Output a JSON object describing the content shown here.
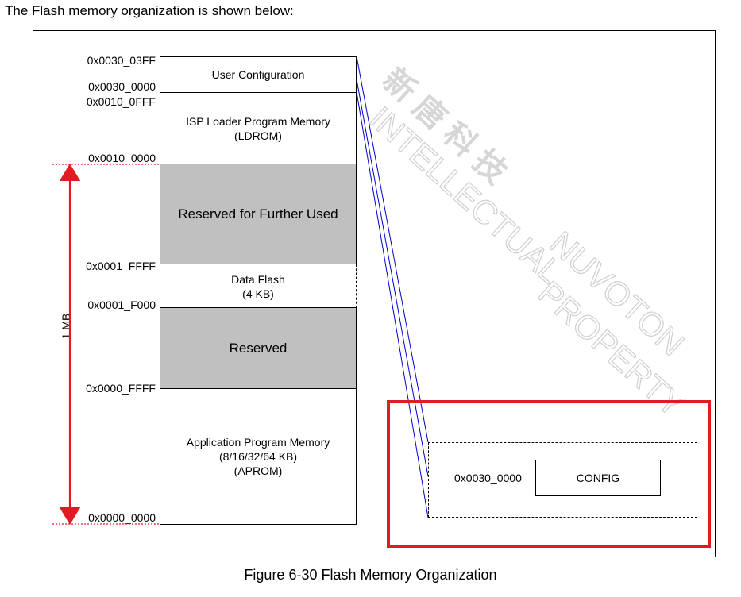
{
  "intro_text": "The Flash memory organization is shown below:",
  "caption": "Figure 6-30 Flash Memory Organization",
  "colors": {
    "region_gray": "#c0c0c0",
    "accent_red": "#e21b23",
    "link_blue": "#0000cc",
    "watermark": "#d6d6d6"
  },
  "memory_map": {
    "blocks": [
      {
        "id": "user-config",
        "lines": [
          "User Configuration"
        ]
      },
      {
        "id": "ldrom",
        "lines": [
          "ISP Loader Program Memory",
          "(LDROM)"
        ]
      },
      {
        "id": "reserved-further",
        "lines": [
          "Reserved for Further Used"
        ]
      },
      {
        "id": "data-flash",
        "lines": [
          "Data Flash",
          "(4 KB)"
        ]
      },
      {
        "id": "reserved",
        "lines": [
          "Reserved"
        ]
      },
      {
        "id": "aprom",
        "lines": [
          "Application Program Memory",
          "(8/16/32/64 KB)",
          "(APROM)"
        ]
      }
    ],
    "addresses": [
      "0x0030_03FF",
      "0x0030_0000",
      "0x0010_0FFF",
      "0x0010_0000",
      "0x0001_FFFF",
      "0x0001_F000",
      "0x0000_FFFF",
      "0x0000_0000"
    ],
    "size_label": "1 MB"
  },
  "config_detail": {
    "address": "0x0030_0000",
    "label": "CONFIG"
  },
  "watermark": {
    "line1": "新 唐 科 技",
    "line2": "INTELLECTUAL",
    "line3": "PROPERTY",
    "line4": "NUVOTON"
  }
}
